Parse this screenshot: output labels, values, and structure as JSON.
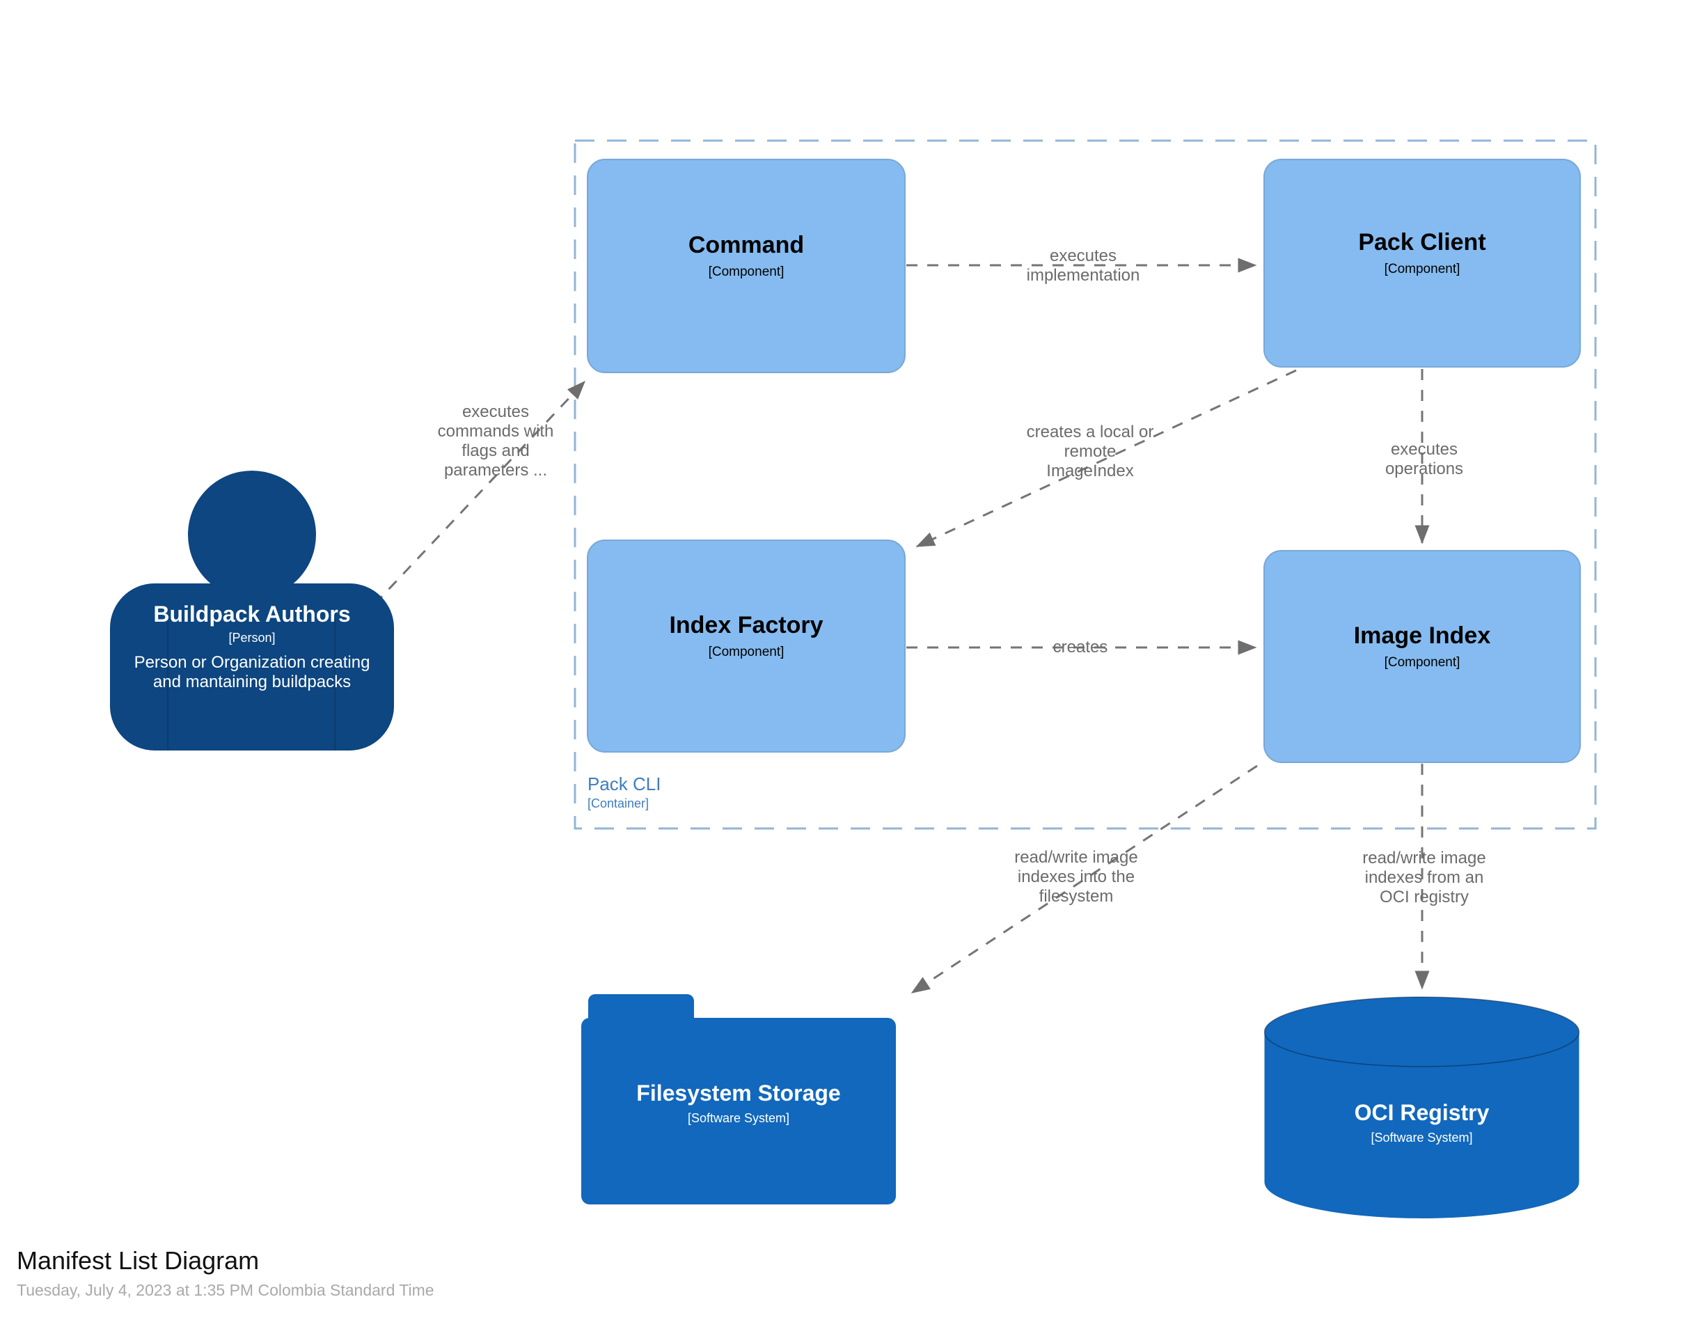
{
  "diagram": {
    "title": "Manifest List Diagram",
    "timestamp": "Tuesday, July 4, 2023 at 1:35 PM Colombia Standard Time"
  },
  "boundary": {
    "name": "Pack CLI",
    "type": "[Container]"
  },
  "nodes": {
    "person": {
      "name": "Buildpack Authors",
      "type": "[Person]",
      "description": "Person or Organization creating\nand mantaining buildpacks"
    },
    "command": {
      "name": "Command",
      "type": "[Component]"
    },
    "pack_client": {
      "name": "Pack Client",
      "type": "[Component]"
    },
    "index_factory": {
      "name": "Index Factory",
      "type": "[Component]"
    },
    "image_index": {
      "name": "Image Index",
      "type": "[Component]"
    },
    "filesystem_storage": {
      "name": "Filesystem Storage",
      "type": "[Software System]"
    },
    "oci_registry": {
      "name": "OCI Registry",
      "type": "[Software System]"
    }
  },
  "relationships": {
    "person_to_command": {
      "label": "executes\ncommands with\nflags and\nparameters ..."
    },
    "command_to_pack_client": {
      "label": "executes\nimplementation"
    },
    "pack_client_to_index_factory": {
      "label": "creates a local or\nremote\nImageIndex"
    },
    "pack_client_to_image_index": {
      "label": "executes\noperations"
    },
    "index_factory_to_image_index": {
      "label": "creates"
    },
    "image_index_to_filesystem": {
      "label": "read/write image\nindexes into the\nfilesystem"
    },
    "image_index_to_oci": {
      "label": "read/write image\nindexes from an\nOCI registry"
    }
  },
  "colors": {
    "component_fill": "#85bbf0",
    "component_border": "#78a8d8",
    "person_fill": "#0d4680",
    "software_system_fill": "#1168bd",
    "boundary_stroke": "#93b5d6",
    "boundary_label": "#3e7dbf",
    "relationship_line": "#757575",
    "relationship_label": "#6b6b6b",
    "title_text": "#111111",
    "timestamp_text": "#a9a9a9"
  }
}
